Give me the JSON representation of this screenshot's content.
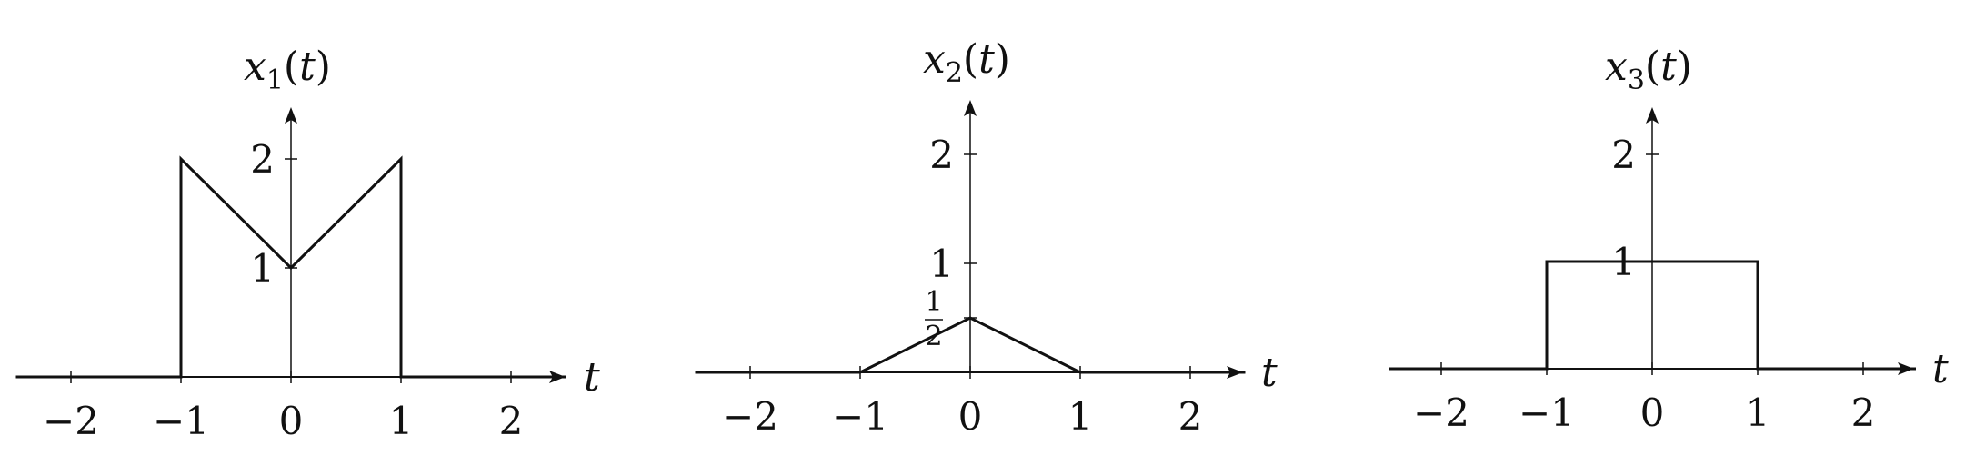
{
  "chart_data": [
    {
      "type": "line",
      "title": "",
      "ylabel": "x1(t)",
      "xlabel": "t",
      "xlim": [
        -2.5,
        2.5
      ],
      "ylim": [
        0,
        2.5
      ],
      "x_ticks": [
        -2,
        -1,
        0,
        1,
        2
      ],
      "x_tick_labels": [
        "−2",
        "−1",
        "0",
        "1",
        "2"
      ],
      "y_ticks": [
        1,
        2
      ],
      "y_tick_labels": [
        "1",
        "2"
      ],
      "series": [
        {
          "x": [
            -2.5,
            -1,
            -1,
            0,
            1,
            1,
            2.5
          ],
          "y": [
            0,
            0,
            2,
            1,
            2,
            0,
            0
          ]
        }
      ]
    },
    {
      "type": "line",
      "title": "",
      "ylabel": "x2(t)",
      "xlabel": "t",
      "xlim": [
        -2.5,
        2.5
      ],
      "ylim": [
        0,
        2.5
      ],
      "x_ticks": [
        -2,
        -1,
        0,
        1,
        2
      ],
      "x_tick_labels": [
        "−2",
        "−1",
        "0",
        "1",
        "2"
      ],
      "y_ticks": [
        0.5,
        1,
        2
      ],
      "y_tick_labels": [
        "1/2",
        "1",
        "2"
      ],
      "series": [
        {
          "x": [
            -2.5,
            -1,
            0,
            1,
            2.5
          ],
          "y": [
            0,
            0,
            0.5,
            0,
            0
          ]
        }
      ]
    },
    {
      "type": "line",
      "title": "",
      "ylabel": "x3(t)",
      "xlabel": "t",
      "xlim": [
        -2.5,
        2.5
      ],
      "ylim": [
        0,
        2.5
      ],
      "x_ticks": [
        -2,
        -1,
        0,
        1,
        2
      ],
      "x_tick_labels": [
        "−2",
        "−1",
        "0",
        "1",
        "2"
      ],
      "y_ticks": [
        1,
        2
      ],
      "y_tick_labels": [
        "1",
        "2"
      ],
      "series": [
        {
          "x": [
            -2.5,
            -1,
            -1,
            1,
            1,
            2.5
          ],
          "y": [
            0,
            0,
            1,
            1,
            0,
            0
          ]
        }
      ]
    }
  ]
}
